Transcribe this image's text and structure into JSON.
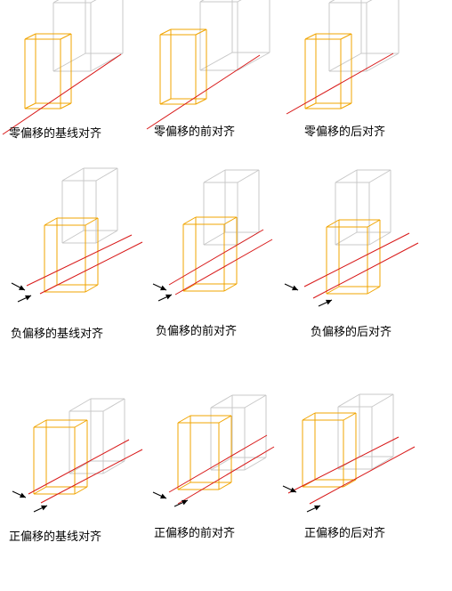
{
  "colors": {
    "reference_box": "#c8c8c8",
    "aligned_box": "#f0a400",
    "path_line": "#d81818",
    "arrow": "#000000"
  },
  "rows": [
    {
      "offset": "zero",
      "cells": [
        {
          "alignment": "baseline",
          "caption": "零偏移的基线对齐"
        },
        {
          "alignment": "front",
          "caption": "零偏移的前对齐"
        },
        {
          "alignment": "back",
          "caption": "零偏移的后对齐"
        }
      ]
    },
    {
      "offset": "negative",
      "cells": [
        {
          "alignment": "baseline",
          "caption": "负偏移的基线对齐"
        },
        {
          "alignment": "front",
          "caption": "负偏移的前对齐"
        },
        {
          "alignment": "back",
          "caption": "负偏移的后对齐"
        }
      ]
    },
    {
      "offset": "positive",
      "cells": [
        {
          "alignment": "baseline",
          "caption": "正偏移的基线对齐"
        },
        {
          "alignment": "front",
          "caption": "正偏移的前对齐"
        },
        {
          "alignment": "back",
          "caption": "正偏移的后对齐"
        }
      ]
    }
  ]
}
